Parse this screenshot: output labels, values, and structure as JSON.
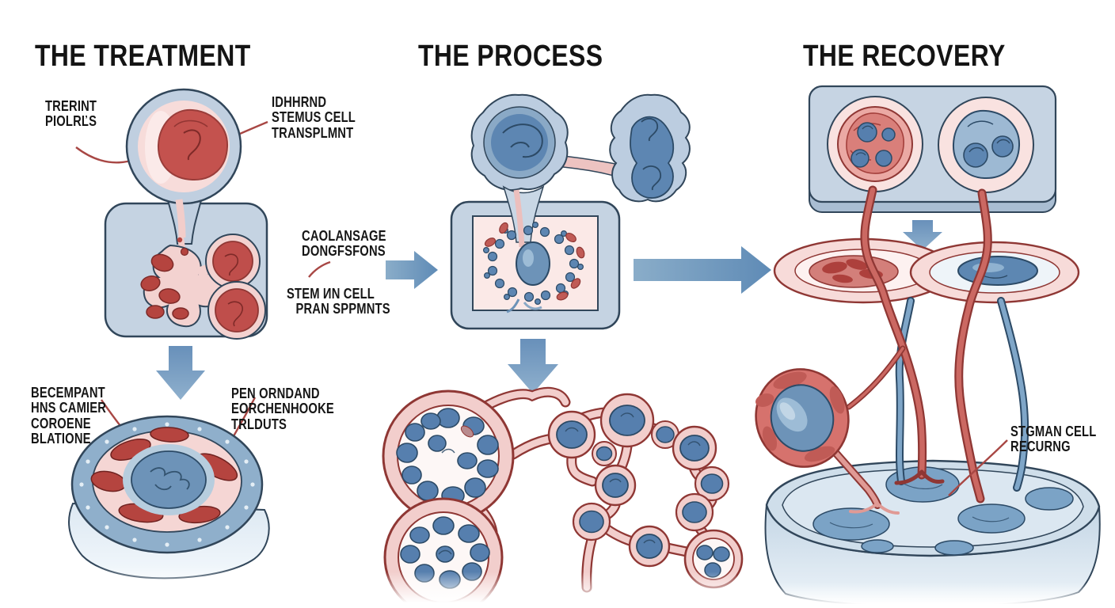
{
  "figure": {
    "type": "hand-drawn medical infographic",
    "subject": "stem cell transplant steps"
  },
  "colors": {
    "background": "#ffffff",
    "panel_blue": "#c5d3e2",
    "cell_blue": "#567fae",
    "cell_blue_dark": "#2c4a66",
    "pink": "#f5d6d4",
    "red": "#bf4e4b",
    "red_dark": "#8f3734",
    "arrow_blue": "#6f97bd",
    "outline": "#31465a",
    "pointer_red": "#a84744",
    "text": "#161616"
  },
  "sections": {
    "treatment": {
      "heading": "THE TREATMENT",
      "labels": {
        "source": {
          "line1": "TRERINT",
          "line2": "PIOLRĽS"
        },
        "transplant": {
          "line1": "IDHHRND",
          "line2": "STEMUS CELL",
          "line3": "TRANSPLMNT"
        },
        "recipient": {
          "line1": "BECEMPANT",
          "line2": "HNS CAMIER",
          "line3": "COROENE",
          "line4": "BLATIONE"
        },
        "ordand": {
          "line1": "PEN ORNDAND",
          "line2": "EORCHENHOOKE",
          "line3": "TRLDUTS"
        }
      }
    },
    "process": {
      "heading": "THE PROCESS",
      "labels": {
        "collection": {
          "line1": "CAOLANSAGE",
          "line2": "DONGFSFONS"
        },
        "stem_cell": {
          "line1": "STEM ИN CELL",
          "line2": "PRAN SPPMNTS"
        }
      }
    },
    "recovery": {
      "heading": "THE RECOVERY",
      "labels": {
        "stem_cell_return": {
          "line1": "STGMAN CELL",
          "line2": "RECURNG"
        }
      }
    }
  }
}
